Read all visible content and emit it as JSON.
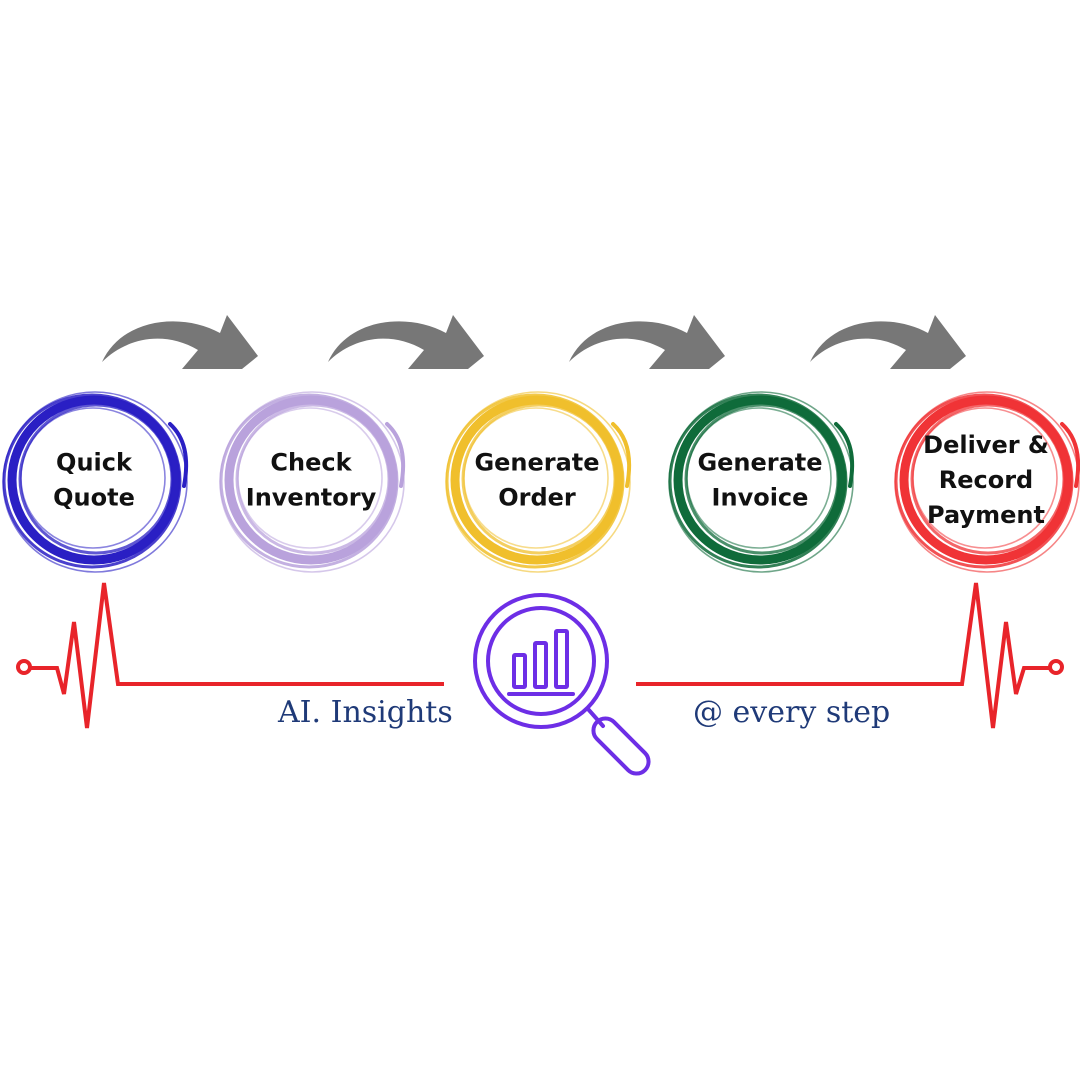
{
  "steps": [
    {
      "id": "quick-quote",
      "lines": [
        "Quick",
        "Quote"
      ],
      "color": "#2a1fc4"
    },
    {
      "id": "check-inventory",
      "lines": [
        "Check",
        "Inventory"
      ],
      "color": "#b9a2dc"
    },
    {
      "id": "generate-order",
      "lines": [
        "Generate",
        "Order"
      ],
      "color": "#f0bf2c"
    },
    {
      "id": "generate-invoice",
      "lines": [
        "Generate",
        "Invoice"
      ],
      "color": "#0f6b3a"
    },
    {
      "id": "deliver-record-payment",
      "lines": [
        "Deliver &",
        "Record",
        "Payment"
      ],
      "color": "#f03336"
    }
  ],
  "arrow_color": "#777777",
  "pulse_color": "#e8242a",
  "magnifier": {
    "icon": "magnifier-chart-icon",
    "color": "#6d2ee6"
  },
  "captions": {
    "left": "AI. Insights",
    "right": "@ every step",
    "color": "#1f3a78"
  }
}
